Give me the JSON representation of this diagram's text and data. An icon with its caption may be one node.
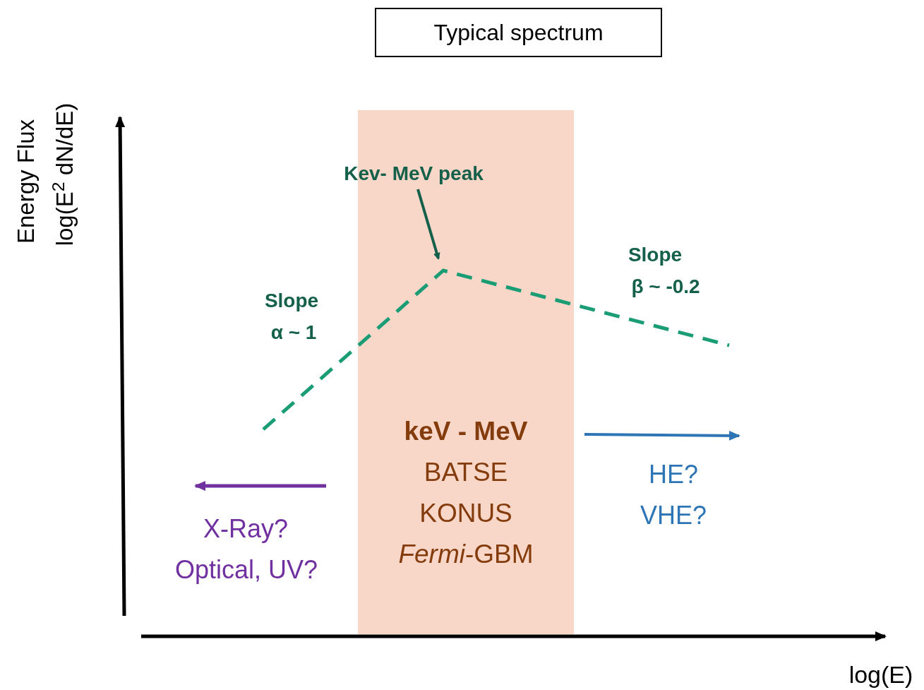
{
  "diagram": {
    "nodes": [
      {
        "text": [
          "Typical spectrum"
        ]
      },
      {
        "text": [
          "keV - MeV",
          "BATSE",
          "KONUS",
          "*Fermi*-GBM"
        ]
      },
      {
        "text": [
          "Kev- MeV peak"
        ]
      }
    ],
    "edges": [
      {
        "from": 2,
        "to": 1,
        "arrow": "to"
      }
    ],
    "labels": [
      "Energy Flux",
      "log(E$^{2}$ dN/dE)",
      "Slope",
      "α ~ 1",
      "Slope",
      "β ~ -0.2",
      "X-Ray?",
      "Optical, UV?",
      "HE?",
      "VHE?",
      "log(E)"
    ]
  }
}
